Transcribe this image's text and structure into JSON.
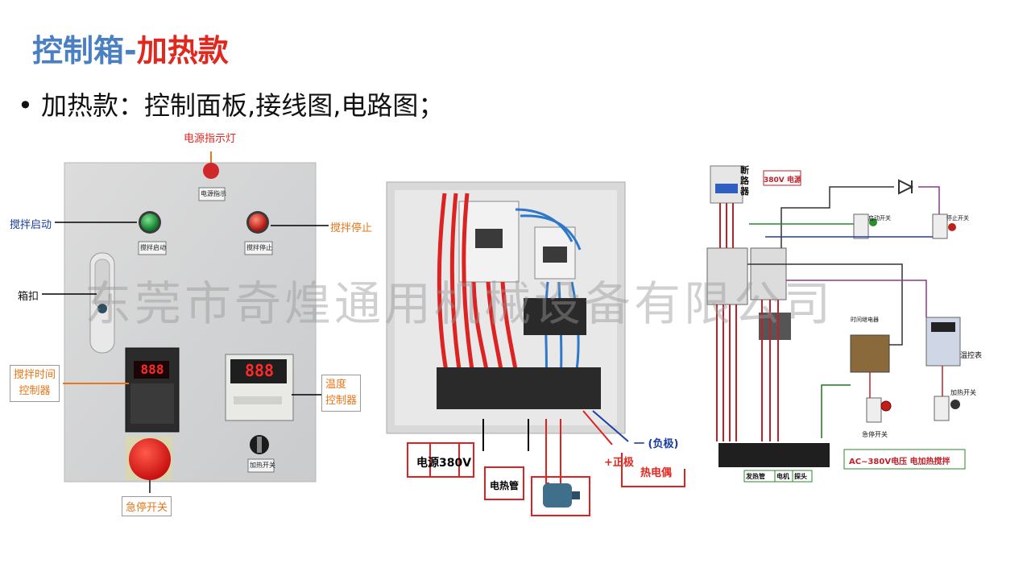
{
  "title": {
    "part1": "控制箱-",
    "part2": "加热款"
  },
  "bullet": "• 加热款：控制面板,接线图,电路图；",
  "panel": {
    "labels": {
      "power_light": "电源指示灯",
      "stir_start": "搅拌启动",
      "stir_stop": "搅拌停止",
      "latch": "箱扣",
      "stir_timer_1": "搅拌时间",
      "stir_timer_2": "控制器",
      "temp_ctrl_1": "温度",
      "temp_ctrl_2": "控制器",
      "estop": "急停开关"
    },
    "plates": {
      "power_light": "电源指示",
      "stir_start": "搅拌启动",
      "stir_stop": "搅拌停止",
      "heat_switch": "加热开关"
    },
    "displays": {
      "timer": "888",
      "temp": "888"
    }
  },
  "wiring": {
    "labels": {
      "power380": "电源380V",
      "heater": "电热管",
      "negative": "一 (负极)",
      "positive": "+正极",
      "thermocouple": "热电偶"
    }
  },
  "circuit": {
    "labels": {
      "breaker": "断路器",
      "power": "380V 电源",
      "start_switch": "启动开关",
      "stop_switch": "停止开关",
      "time_relay": "时间继电器",
      "temp_meter": "温控表",
      "estop": "急停开关",
      "heat_switch": "加热开关",
      "heater_tube": "发热管",
      "motor": "电机",
      "probe": "探头",
      "caption": "AC~380V电压 电加热搅拌"
    }
  },
  "watermark": "东莞市奇煌通用机械设备有限公司",
  "colors": {
    "title_blue": "#4a7fc1",
    "title_red": "#e0281f",
    "label_orange": "#e8761a",
    "label_red": "#e0281f"
  }
}
